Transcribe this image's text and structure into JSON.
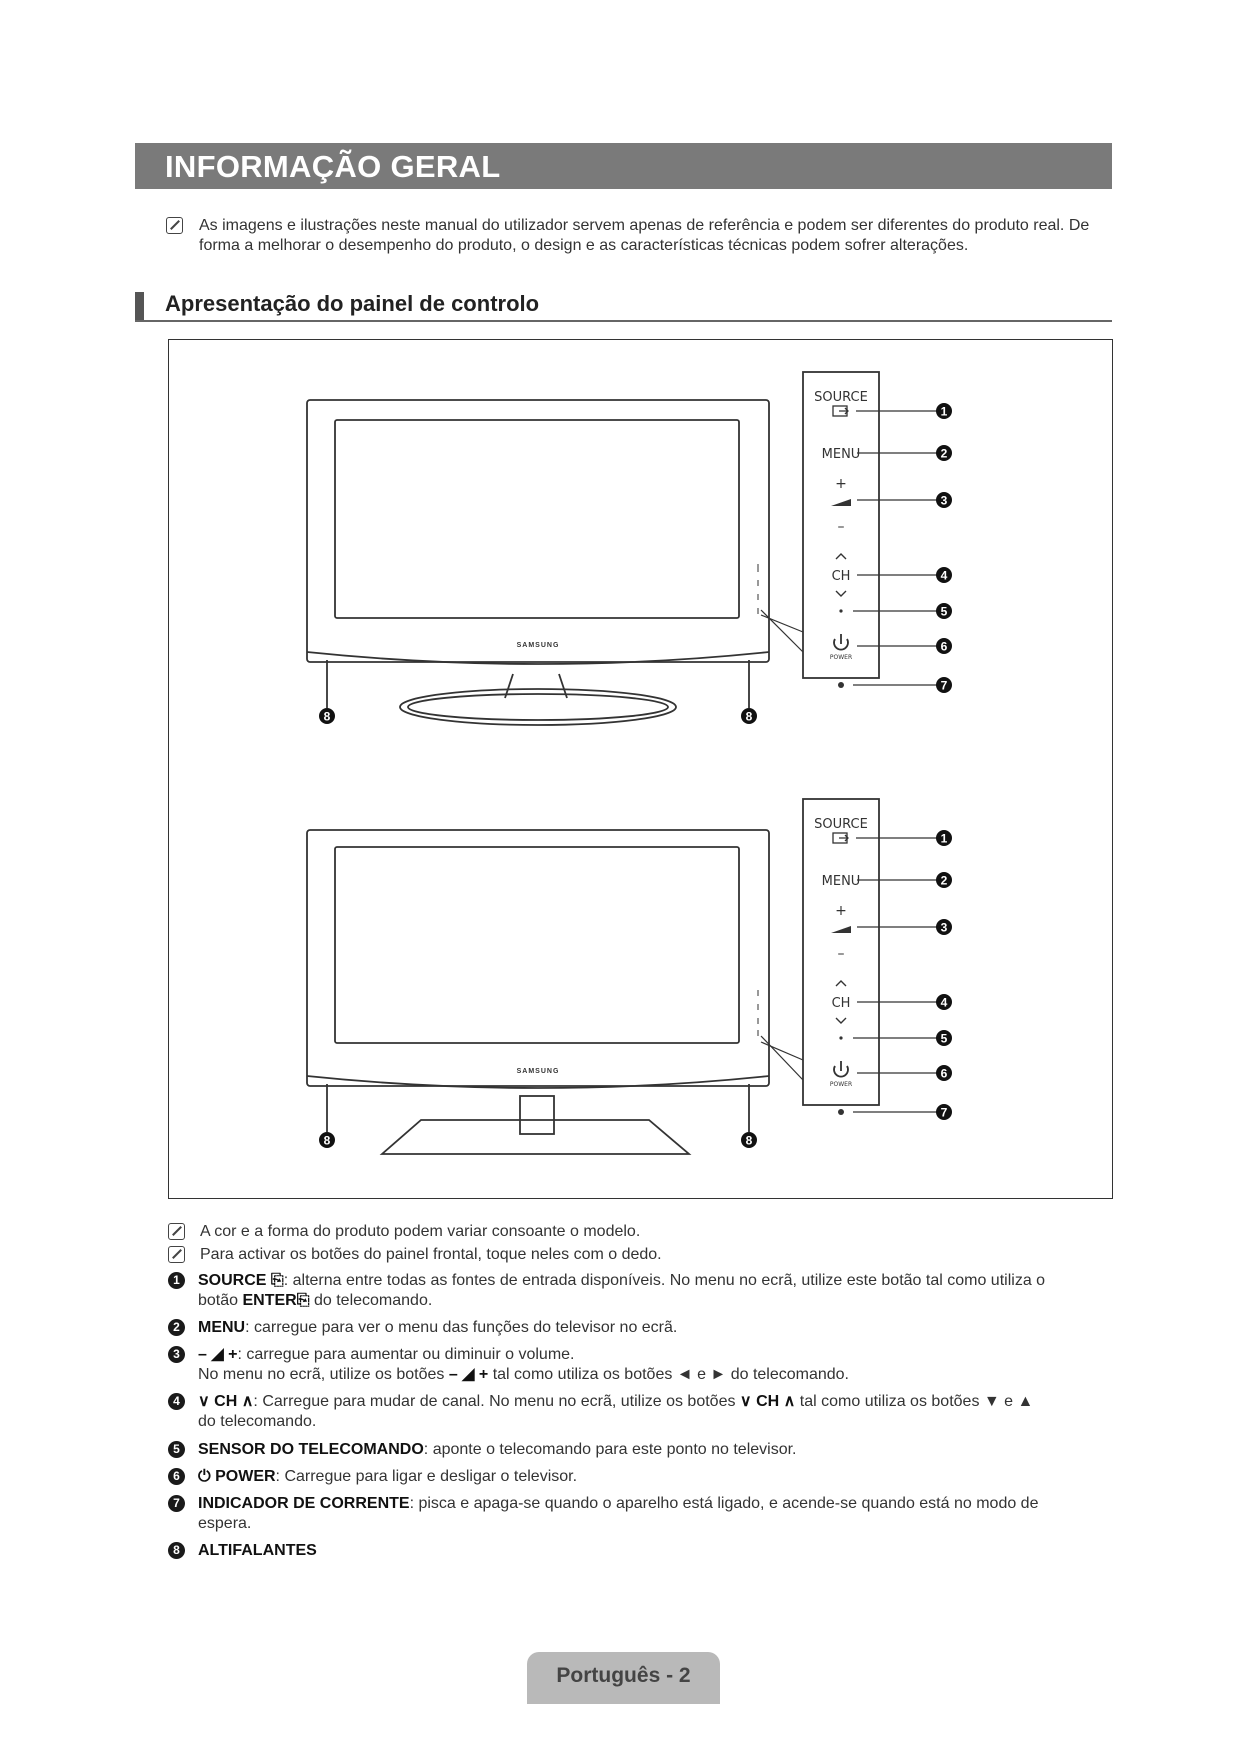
{
  "header": {
    "title": "INFORMAÇÃO GERAL"
  },
  "intro_note": "As imagens e ilustrações neste manual do utilizador servem apenas de referência e podem ser diferentes do produto real. De forma a melhorar o desempenho do produto, o design e as características técnicas podem sofrer alterações.",
  "section": {
    "title": "Apresentação do painel de controlo"
  },
  "figure": {
    "brand": "SAMSUNG",
    "panel": {
      "source": "SOURCE",
      "menu": "MENU",
      "plus": "+",
      "minus": "–",
      "ch": "CH",
      "power": "POWER"
    },
    "callouts": [
      "1",
      "2",
      "3",
      "4",
      "5",
      "6",
      "7",
      "8"
    ]
  },
  "notes": [
    "A cor e a forma do produto podem variar consoante o modelo.",
    "Para activar os botões do painel frontal, toque neles com o dedo."
  ],
  "items": [
    {
      "num": "1",
      "label": "SOURCE",
      "text": ": alterna entre todas as fontes de entrada disponíveis. No menu no ecrã, utilize este botão tal como utiliza o",
      "line2_pre": "botão ",
      "line2_bold": "ENTER",
      "line2_post": " do telecomando."
    },
    {
      "num": "2",
      "label": "MENU",
      "text": ": carregue para ver o menu das funções do televisor no ecrã."
    },
    {
      "num": "3",
      "label": "– ◢ +",
      "text": ": carregue para aumentar ou diminuir o volume.",
      "line2_pre": "No menu no ecrã, utilize os botões ",
      "line2_bold": "– ◢ +",
      "line2_post": " tal como utiliza os botões ◄ e ► do telecomando."
    },
    {
      "num": "4",
      "label": "∨ CH ∧",
      "text": ": Carregue para mudar de canal. No menu no ecrã, utilize os botões ",
      "text_bold": "∨ CH ∧",
      "text_post": " tal como utiliza os botões ▼ e ▲",
      "line2_pre": "do telecomando."
    },
    {
      "num": "5",
      "label": "SENSOR DO TELECOMANDO",
      "text": ": aponte o telecomando para este ponto no televisor."
    },
    {
      "num": "6",
      "label": "⏻ POWER",
      "text": ": Carregue para ligar e desligar o televisor."
    },
    {
      "num": "7",
      "label": "INDICADOR DE CORRENTE",
      "text": ": pisca e apaga-se quando o aparelho está ligado, e acende-se quando está no modo de",
      "line2_pre": "espera."
    },
    {
      "num": "8",
      "label": "ALTIFALANTES",
      "text": ""
    }
  ],
  "footer": {
    "page_label": "Português - 2"
  }
}
